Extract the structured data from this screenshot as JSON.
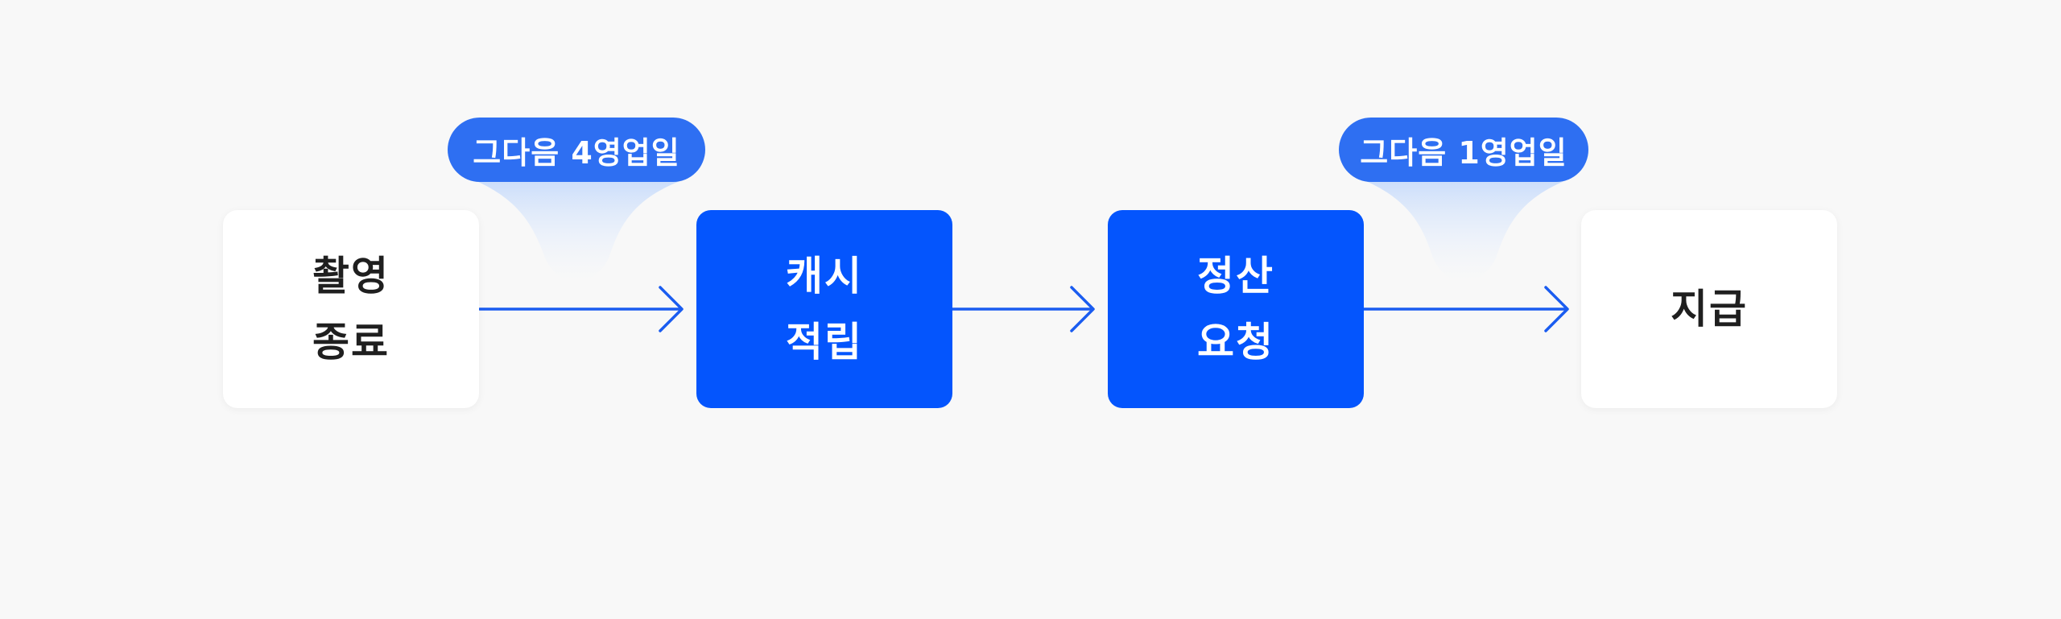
{
  "flow": {
    "steps": [
      {
        "label": "촬영\n종료",
        "style": "light"
      },
      {
        "label": "캐시\n적립",
        "style": "dark"
      },
      {
        "label": "정산\n요청",
        "style": "dark"
      },
      {
        "label": "지급",
        "style": "light"
      }
    ],
    "durations": [
      {
        "label": "그다음 4영업일"
      },
      {
        "label": "그다음 1영업일"
      }
    ]
  },
  "colors": {
    "background": "#f8f8f8",
    "accent": "#0455fd",
    "pill": "#2e6ff2",
    "arrow": "#1a5cf0",
    "light_box": "#ffffff",
    "dark_text": "#1f1f1f"
  }
}
